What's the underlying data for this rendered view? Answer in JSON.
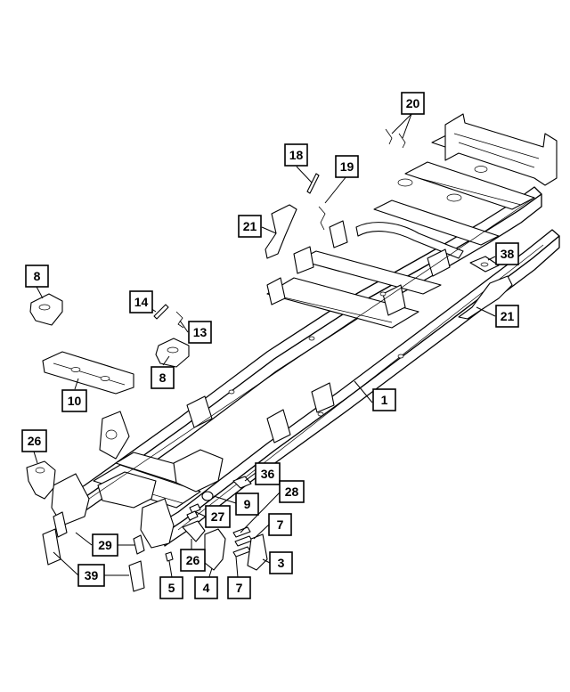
{
  "callouts": [
    {
      "id": "c20",
      "label": "20"
    },
    {
      "id": "c18",
      "label": "18"
    },
    {
      "id": "c19",
      "label": "19"
    },
    {
      "id": "c21a",
      "label": "21"
    },
    {
      "id": "c38",
      "label": "38"
    },
    {
      "id": "c21b",
      "label": "21"
    },
    {
      "id": "c8a",
      "label": "8"
    },
    {
      "id": "c14",
      "label": "14"
    },
    {
      "id": "c13",
      "label": "13"
    },
    {
      "id": "c8b",
      "label": "8"
    },
    {
      "id": "c10",
      "label": "10"
    },
    {
      "id": "c1",
      "label": "1"
    },
    {
      "id": "c26a",
      "label": "26"
    },
    {
      "id": "c36",
      "label": "36"
    },
    {
      "id": "c28",
      "label": "28"
    },
    {
      "id": "c9",
      "label": "9"
    },
    {
      "id": "c27",
      "label": "27"
    },
    {
      "id": "c7a",
      "label": "7"
    },
    {
      "id": "c29",
      "label": "29"
    },
    {
      "id": "c26b",
      "label": "26"
    },
    {
      "id": "c3",
      "label": "3"
    },
    {
      "id": "c39",
      "label": "39"
    },
    {
      "id": "c5",
      "label": "5"
    },
    {
      "id": "c4",
      "label": "4"
    },
    {
      "id": "c7b",
      "label": "7"
    }
  ]
}
